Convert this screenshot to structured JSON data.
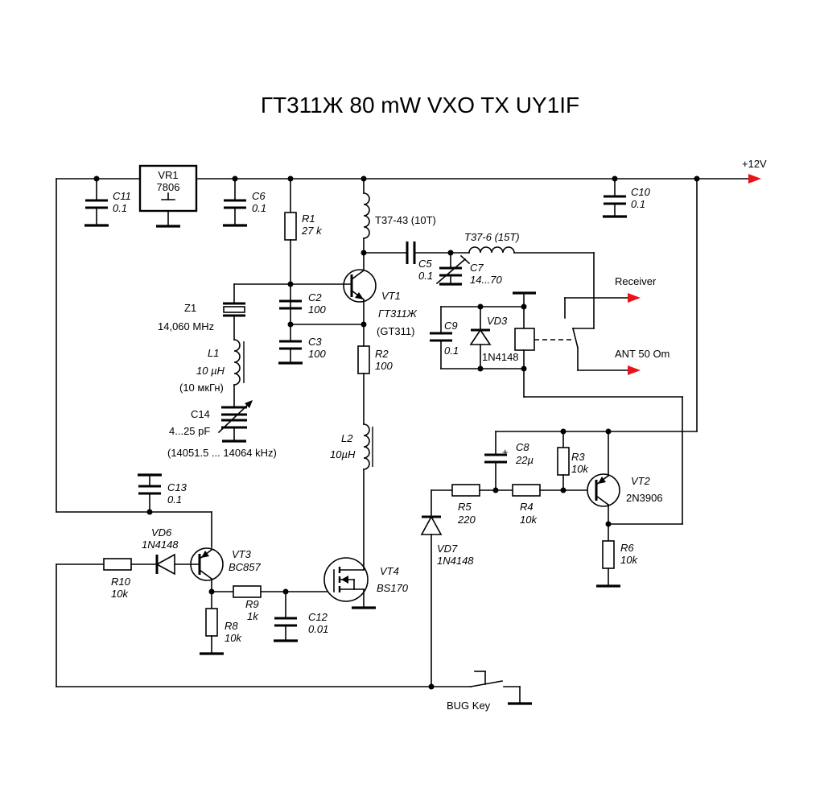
{
  "title": "ГТ311Ж  80 mW VXO TX UY1IF",
  "rails": {
    "supply": "+12V"
  },
  "components": {
    "VR1": {
      "ref": "VR1",
      "value": "7806"
    },
    "C11": {
      "ref": "C11",
      "value": "0.1"
    },
    "C6": {
      "ref": "C6",
      "value": "0.1"
    },
    "C10": {
      "ref": "C10",
      "value": "0.1"
    },
    "R1": {
      "ref": "R1",
      "value": "27 k"
    },
    "T1": {
      "ref": "T37-43 (10T)"
    },
    "T2": {
      "ref": "T37-6 (15T)"
    },
    "C5": {
      "ref": "C5",
      "value": "0.1"
    },
    "C7": {
      "ref": "C7",
      "value": "14...70"
    },
    "VT1": {
      "ref": "VT1",
      "value": "ГТ311Ж",
      "alt": "(GT311)"
    },
    "C2": {
      "ref": "C2",
      "value": "100"
    },
    "C3": {
      "ref": "C3",
      "value": "100"
    },
    "R2": {
      "ref": "R2",
      "value": "100"
    },
    "Z1": {
      "ref": "Z1",
      "value": "14,060 MHz"
    },
    "L1": {
      "ref": "L1",
      "value": "10 µH",
      "alt": "(10 мкГн)"
    },
    "C14": {
      "ref": "C14",
      "value": "4...25 pF",
      "range": "(14051.5 ... 14064 kHz)"
    },
    "L2": {
      "ref": "L2",
      "value": "10µH"
    },
    "C9": {
      "ref": "C9",
      "value": "0.1"
    },
    "VD3": {
      "ref": "VD3",
      "value": "1N4148"
    },
    "C8": {
      "ref": "C8",
      "value": "22µ",
      "polarity": "+"
    },
    "R3": {
      "ref": "R3",
      "value": "10k"
    },
    "VT2": {
      "ref": "VT2",
      "value": "2N3906"
    },
    "R5": {
      "ref": "R5",
      "value": "220"
    },
    "R4": {
      "ref": "R4",
      "value": "10k"
    },
    "R6": {
      "ref": "R6",
      "value": "10k"
    },
    "VD7": {
      "ref": "VD7",
      "value": "1N4148"
    },
    "C13": {
      "ref": "C13",
      "value": "0.1"
    },
    "VD6": {
      "ref": "VD6",
      "value": "1N4148"
    },
    "VT3": {
      "ref": "VT3",
      "value": "BC857"
    },
    "R10": {
      "ref": "R10",
      "value": "10k"
    },
    "R9": {
      "ref": "R9",
      "value": "1k"
    },
    "R8": {
      "ref": "R8",
      "value": "10k"
    },
    "C12": {
      "ref": "C12",
      "value": "0.01"
    },
    "VT4": {
      "ref": "VT4",
      "value": "BS170"
    }
  },
  "ports": {
    "receiver": "Receiver",
    "antenna": "ANT 50 Om",
    "key": "BUG Key"
  },
  "colors": {
    "wire": "#000000",
    "arrow": "#e8141b",
    "background": "#ffffff"
  }
}
